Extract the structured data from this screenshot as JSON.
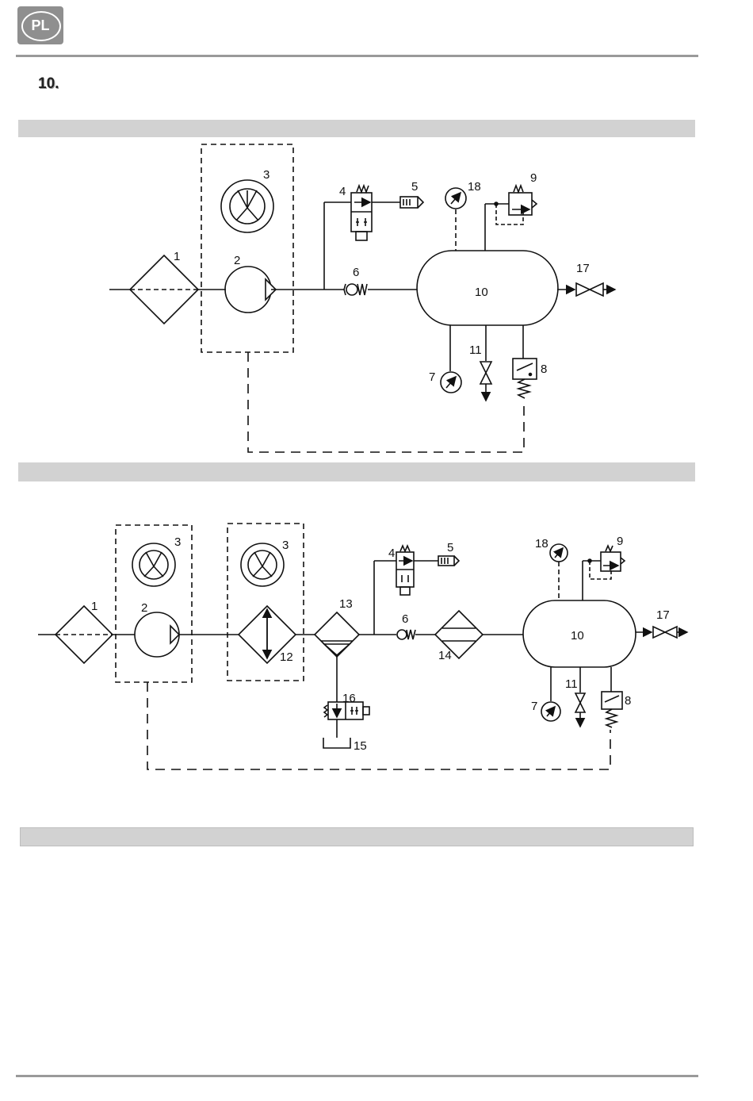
{
  "header": {
    "logo_text": "PL",
    "section_number": "10."
  },
  "diagram1": {
    "labels": {
      "filter": "1",
      "compressor": "2",
      "motor": "3",
      "solenoid_valve": "4",
      "silencer": "5",
      "check_valve": "6",
      "pressure_gauge": "7",
      "pressure_switch": "8",
      "safety_valve": "9",
      "tank": "10",
      "drain_valve": "11",
      "outlet_valve": "17",
      "gauge_top": "18"
    }
  },
  "diagram2": {
    "labels": {
      "filter": "1",
      "compressor": "2",
      "motor_a": "3",
      "motor_b": "3",
      "solenoid_valve": "4",
      "silencer": "5",
      "check_valve": "6",
      "pressure_gauge": "7",
      "pressure_switch": "8",
      "safety_valve": "9",
      "tank": "10",
      "drain_valve": "11",
      "cooler": "12",
      "separator": "13",
      "dryer": "14",
      "drain_outlet": "15",
      "drain_solenoid": "16",
      "outlet_valve": "17",
      "gauge_top": "18"
    }
  }
}
